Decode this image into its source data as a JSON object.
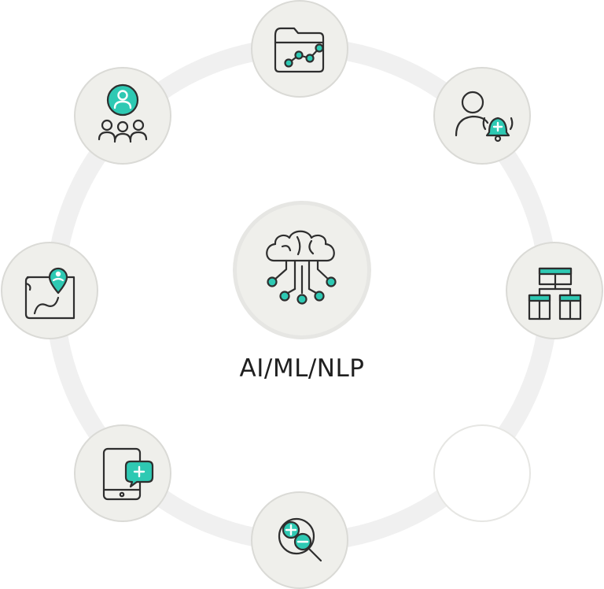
{
  "center": {
    "label": "AI/ML/NLP",
    "icon": "brain-circuit-icon"
  },
  "colors": {
    "accent": "#2ec9b3",
    "stroke": "#2e2e2e",
    "node_fill": "#efefeb",
    "ring": "#f0f0f0"
  },
  "nodes": [
    {
      "position": "top",
      "icon": "folder-chart-icon"
    },
    {
      "position": "top-right",
      "icon": "user-medical-alert-icon"
    },
    {
      "position": "right",
      "icon": "org-chart-icon"
    },
    {
      "position": "bottom-right",
      "icon": ""
    },
    {
      "position": "bottom",
      "icon": "zoom-in-out-icon"
    },
    {
      "position": "bottom-left",
      "icon": "tablet-medical-chat-icon"
    },
    {
      "position": "left",
      "icon": "map-location-icon"
    },
    {
      "position": "top-left",
      "icon": "team-user-icon"
    }
  ]
}
